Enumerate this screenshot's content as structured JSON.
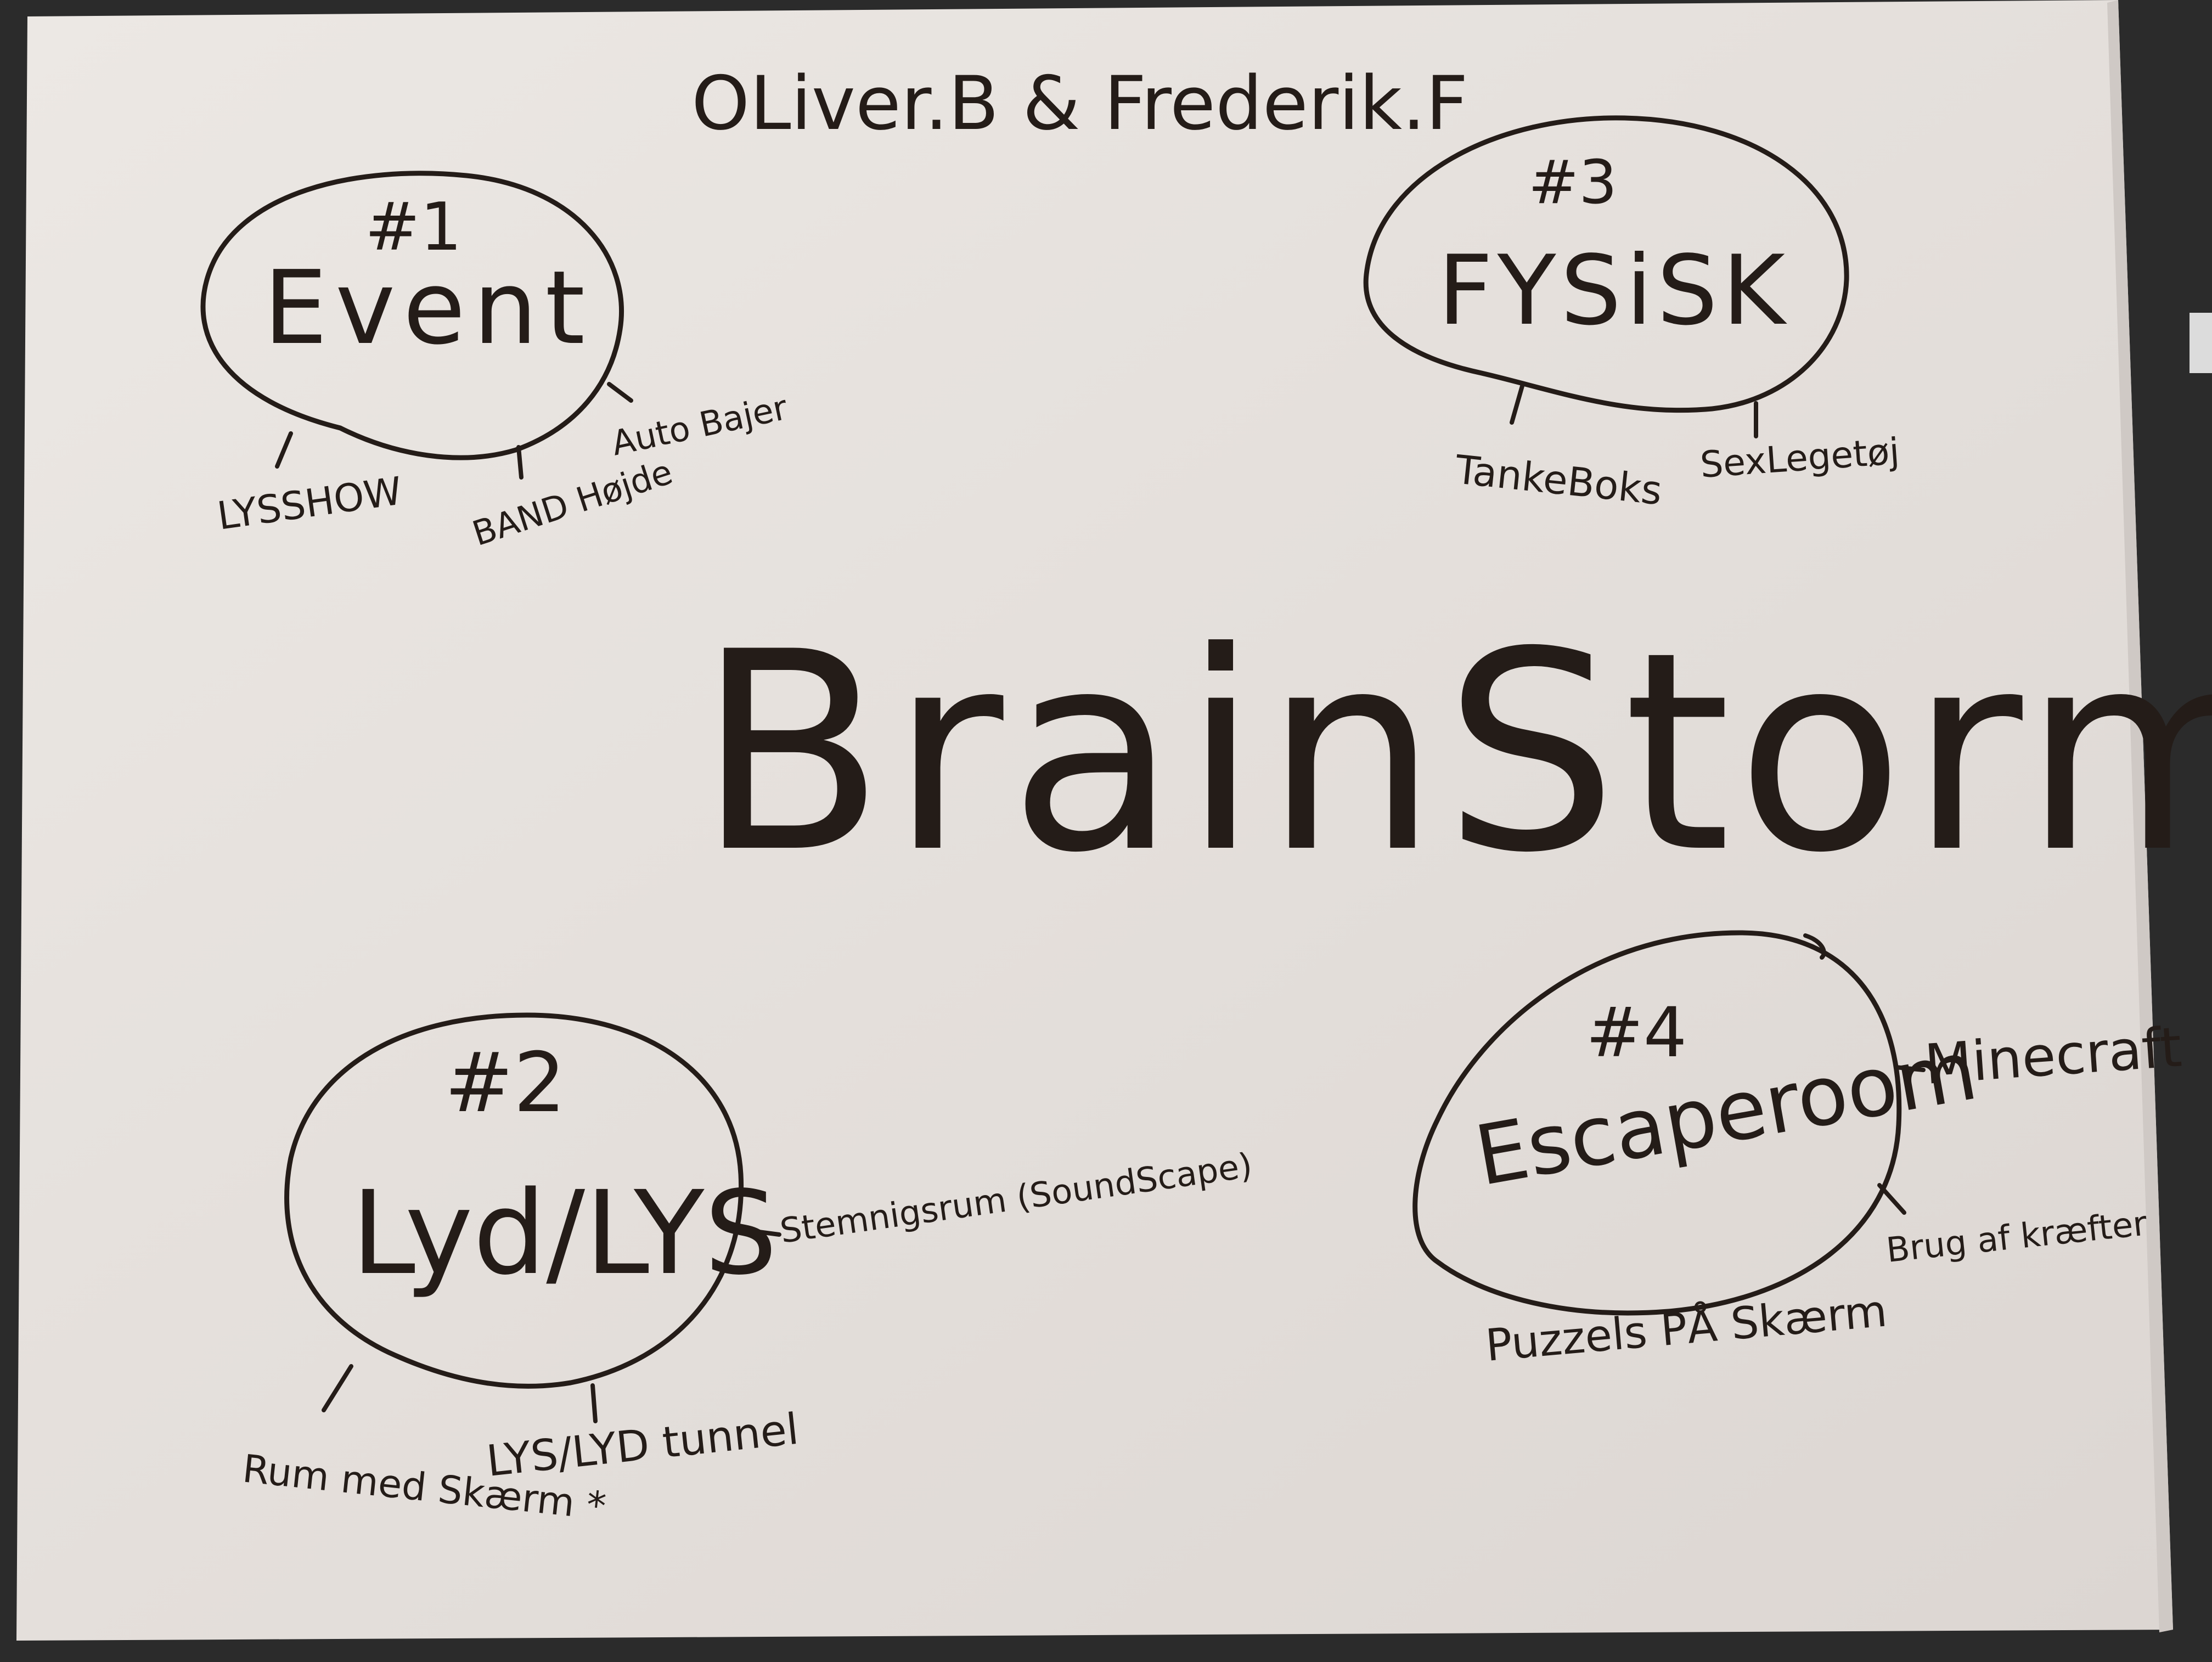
{
  "authors": "OLiver.B & Frederik.F",
  "title": "BrainStorm",
  "bubbles": [
    {
      "number": "#1",
      "label": "Event",
      "branches": [
        "LYSSHOW",
        "BAND Højde",
        "Auto Bajer"
      ]
    },
    {
      "number": "#2",
      "label": "Lyd/LYS",
      "branches": [
        "Stemnigsrum (SoundScape)",
        "Rum med Skærm *",
        "LYS/LYD tunnel"
      ]
    },
    {
      "number": "#3",
      "label": "FYSiSK",
      "branches": [
        "TankeBoks",
        "SexLegetøj"
      ]
    },
    {
      "number": "#4",
      "label": "Escaperoom",
      "branches": [
        "Minecraft",
        "Brug af kræfter",
        "Puzzels PÅ Skærm"
      ]
    }
  ],
  "colors": {
    "paper": "#e7e2de",
    "ink": "#241c18",
    "background": "#2b2b2b"
  }
}
